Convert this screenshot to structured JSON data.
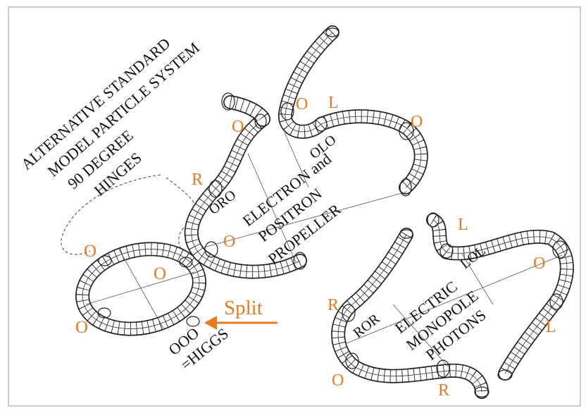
{
  "title_lines": [
    "ALTERNATIVE STANDARD",
    "MODEL PARTICLE SYSTEM",
    "90 DEGREE",
    "HINGES"
  ],
  "higgs": {
    "code": "OOO",
    "name": "=HIGGS",
    "split_label": "Split",
    "hinge_labels": [
      "O",
      "O",
      "O"
    ]
  },
  "electron": {
    "code_top": "OLO",
    "code_left": "ORO",
    "lines": [
      "ELECTRON and",
      "POSITRON",
      "PROPELLER"
    ],
    "hinge_labels": [
      "O",
      "O",
      "L",
      "O",
      "R",
      "O"
    ]
  },
  "photon": {
    "code_top": "LOL",
    "code_left": "ROR",
    "lines": [
      "ELECTRIC",
      "MONOPOLE",
      "PHOTONS"
    ],
    "hinge_labels": [
      "L",
      "O",
      "L",
      "R",
      "O",
      "R"
    ]
  },
  "colors": {
    "label_orange": "#e87a21",
    "line_black": "#111111",
    "frame_gray": "#9a9a9a"
  }
}
